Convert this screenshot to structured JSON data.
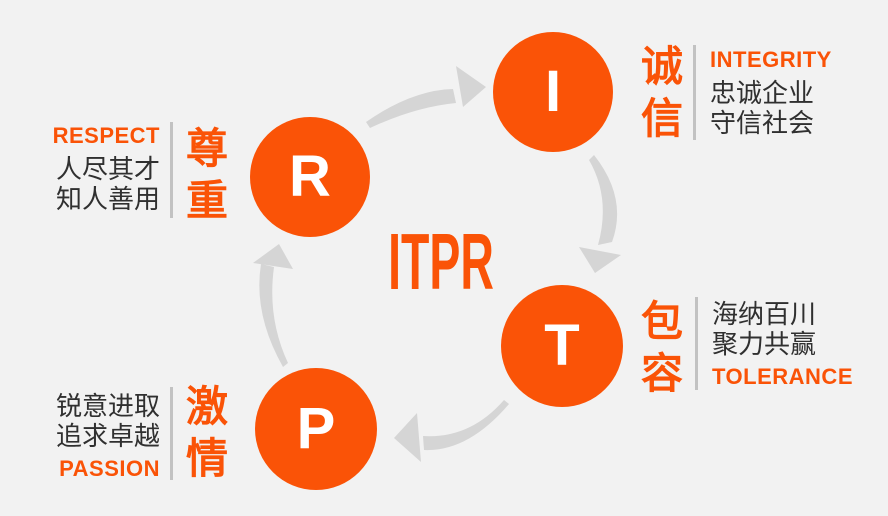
{
  "colors": {
    "orange": "#fa5307",
    "arrowGray": "#d5d5d5",
    "dividerGray": "#c2c2c2",
    "textDark": "#303030",
    "bg": "#f2f2f2",
    "letterWhite": "#ffffff"
  },
  "center_title": "ITPR",
  "nodes": {
    "integrity": {
      "letter": "I",
      "cn": "诚信",
      "en": "INTEGRITY",
      "desc1": "忠诚企业",
      "desc2": "守信社会"
    },
    "tolerance": {
      "letter": "T",
      "cn": "包容",
      "en": "TOLERANCE",
      "desc1": "海纳百川",
      "desc2": "聚力共赢"
    },
    "passion": {
      "letter": "P",
      "cn": "激情",
      "en": "PASSION",
      "desc1": "锐意进取",
      "desc2": "追求卓越"
    },
    "respect": {
      "letter": "R",
      "cn": "尊重",
      "en": "RESPECT",
      "desc1": "人尽其才",
      "desc2": "知人善用"
    }
  },
  "icons": {
    "arrow_r_to_i": "curved-arrow-right",
    "arrow_i_to_t": "curved-arrow-down",
    "arrow_t_to_p": "curved-arrow-left",
    "arrow_p_to_r": "curved-arrow-up"
  }
}
